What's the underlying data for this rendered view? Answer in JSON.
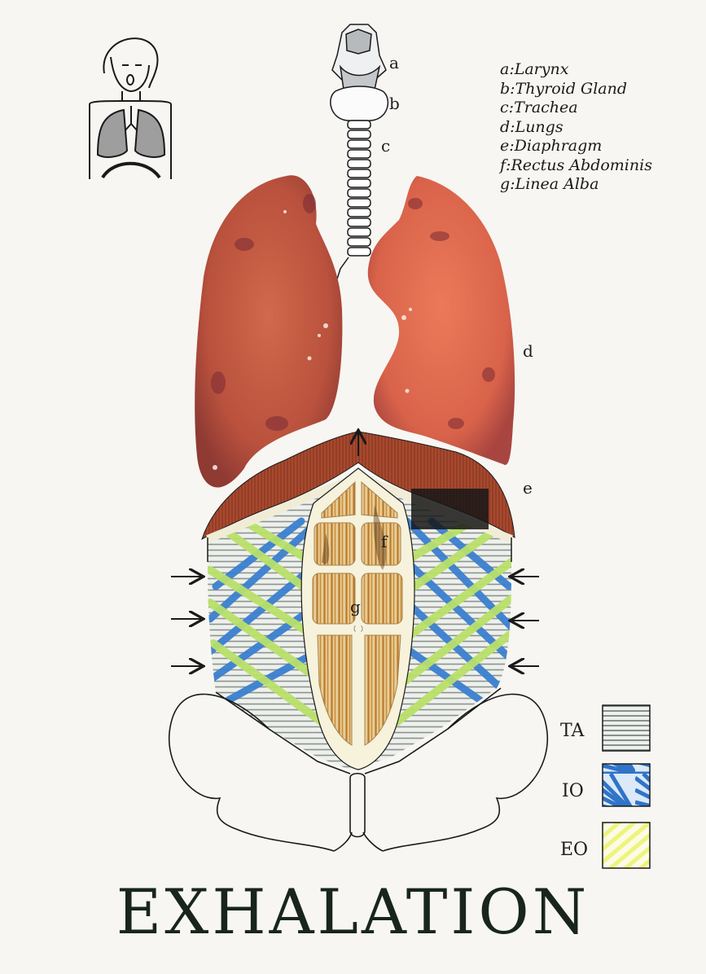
{
  "legend": [
    {
      "key": "a",
      "name": "Larynx"
    },
    {
      "key": "b",
      "name": "Thyroid Gland"
    },
    {
      "key": "c",
      "name": "Trachea"
    },
    {
      "key": "d",
      "name": "Lungs"
    },
    {
      "key": "e",
      "name": "Diaphragm"
    },
    {
      "key": "f",
      "name": "Rectus Abdominis"
    },
    {
      "key": "g",
      "name": "Linea Alba"
    }
  ],
  "labels": {
    "a": "a",
    "b": "b",
    "c": "c",
    "d": "d",
    "e": "e",
    "f": "f",
    "g": "g"
  },
  "muscle_key": [
    {
      "code": "TA",
      "pattern": "horizontal-lines",
      "color": "#8a9390"
    },
    {
      "code": "IO",
      "pattern": "blue-rays",
      "color": "#3a7fd0"
    },
    {
      "code": "EO",
      "pattern": "yellow-diagonals",
      "color": "#eaf08a"
    }
  ],
  "colors": {
    "lung": "#c8573e",
    "diaphragm": "#a9492e",
    "rectus": "#c98f3c",
    "ta_lines": "#8a9390",
    "io_blue": "#3a7fd0",
    "eo_green": "#b9e06a",
    "ink": "#1a1a1a"
  },
  "title": "EXHALATION"
}
